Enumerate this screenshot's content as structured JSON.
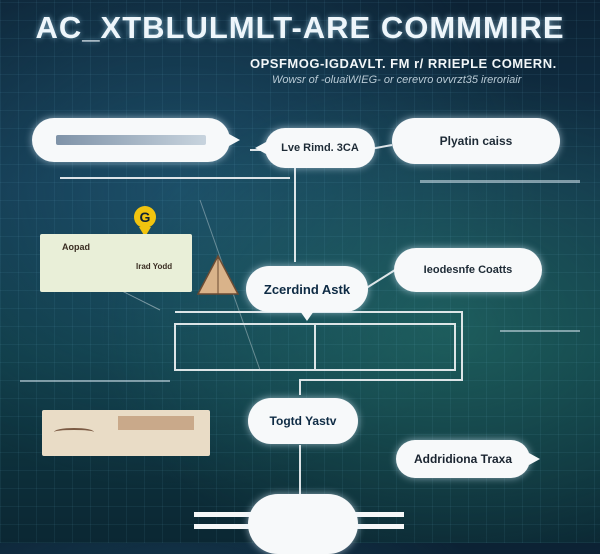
{
  "header": {
    "title": "AC_XTBLULMLT-ARE COMMMIRE",
    "subtitle": "OPSFMOG-IGDAVLT. FM r/ RRIEPLE COMERN.",
    "caption": "Wowsr of -oluaiWIEG- or cerevro ovvrzt35 ireroriair"
  },
  "nodes": {
    "top_right": "Plyatin caiss",
    "top_center": "Lve Rimd. 3CA",
    "right_mid": "Ieodesnfe Coatts",
    "center": "Zcerdind Astk",
    "center_low": "Togtd Yastv",
    "bottom_right": "Addridiona Traxa",
    "left_card_label": "Aopad",
    "left_card_sub": "Irad Yodd"
  },
  "marker": {
    "label": "G"
  },
  "colors": {
    "accent_marker": "#f1c40f",
    "bubble_fill": "#f7f9fa",
    "line": "#f2f5f7",
    "background": "#0f3344"
  }
}
